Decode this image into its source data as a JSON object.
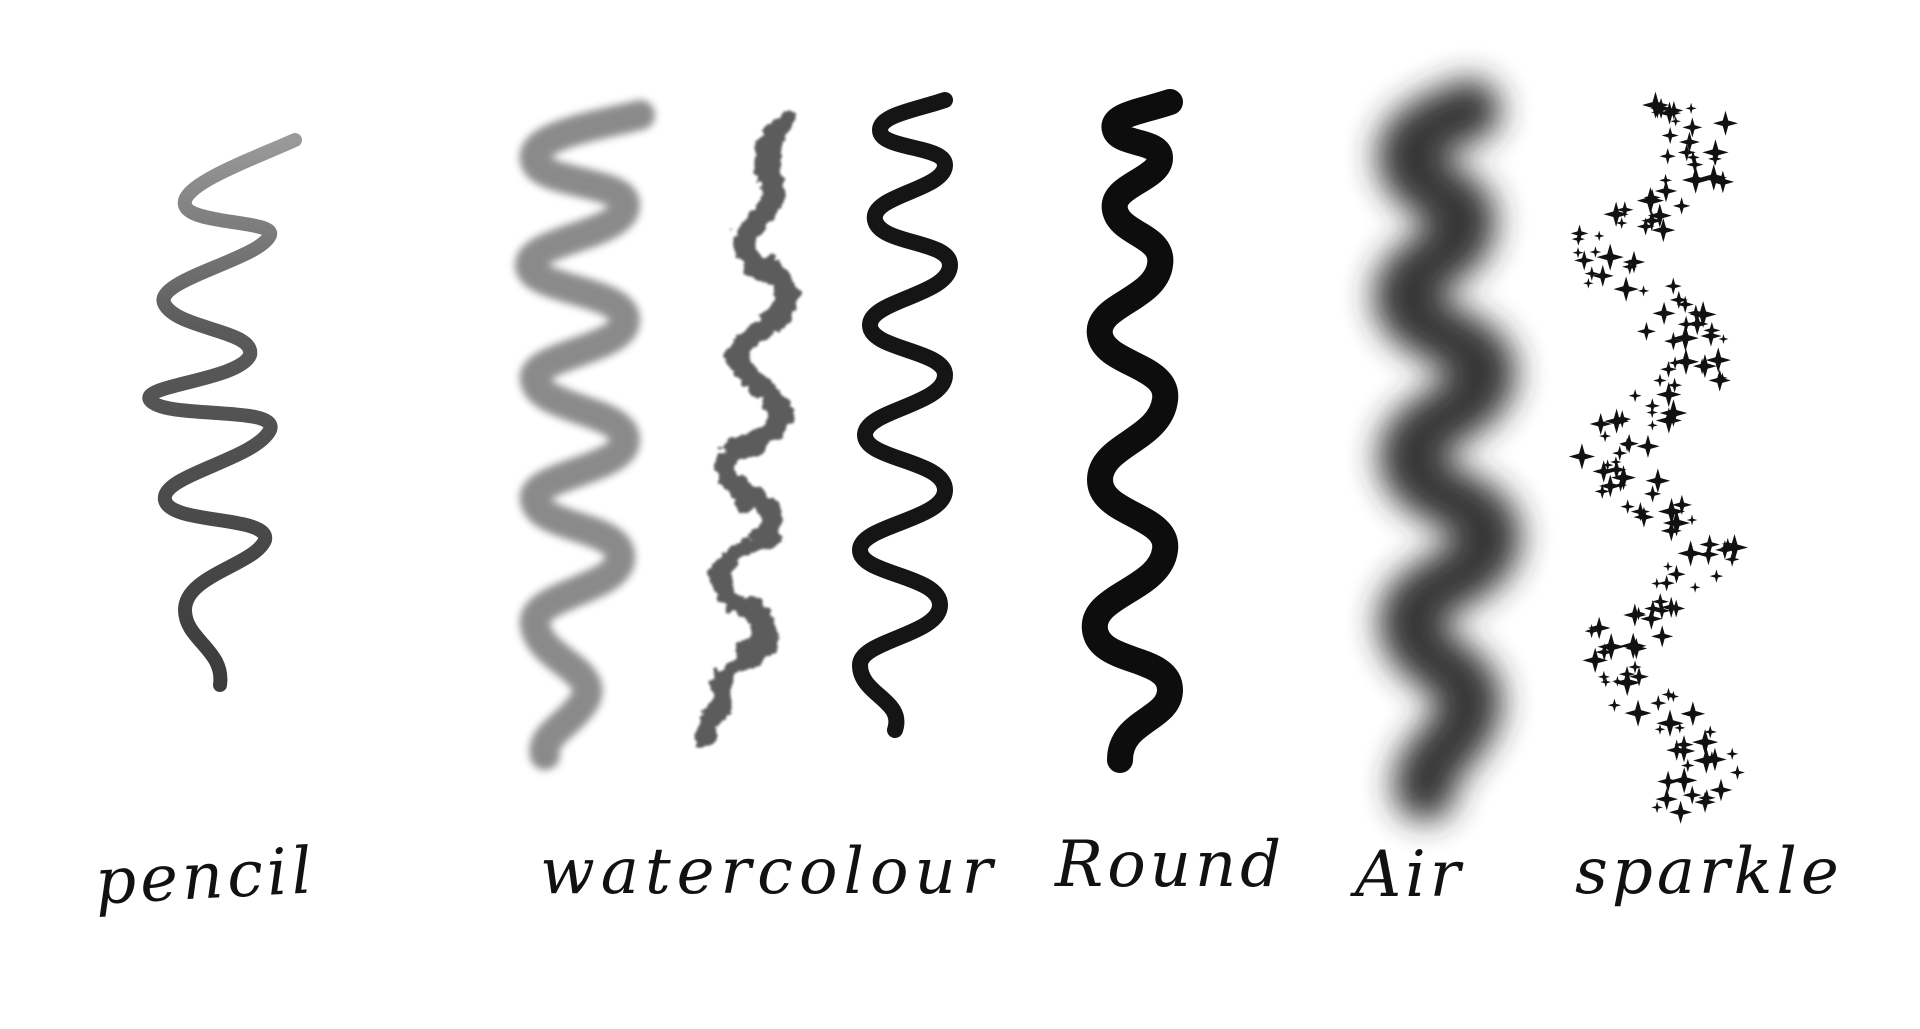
{
  "brushes": {
    "pencil": {
      "label": "pencil",
      "color": "#4a4a4a",
      "highlight": "#8a8a8a"
    },
    "watercolour": {
      "label": "watercolour",
      "color": "#6e6e6e",
      "cloud_color": "#4d4d4d"
    },
    "ink": {
      "color": "#1a1a1a"
    },
    "round": {
      "label": "Round",
      "color": "#0d0d0d"
    },
    "air": {
      "label": "Air",
      "color": "#2b2b2b"
    },
    "sparkle": {
      "label": "sparkle",
      "color": "#111111"
    }
  }
}
